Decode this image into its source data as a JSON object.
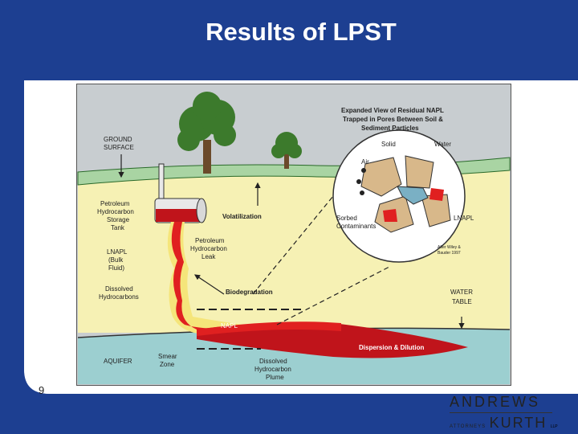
{
  "slide": {
    "title": "Results of LPST",
    "number": "9"
  },
  "logo": {
    "top": "ANDREWS",
    "bottom_small": "ATTORNEYS",
    "bottom_large": "KURTH",
    "suffix": "LLP"
  },
  "diagram": {
    "inset_title_1": "Expanded View of Residual NAPL",
    "inset_title_2": "Trapped in Pores Between Soil &",
    "inset_title_3": "Sediment Particles",
    "solid": "Solid",
    "water": "Water",
    "air": "Air",
    "sorbed_1": "Sorbed",
    "sorbed_2": "Contaminants",
    "lnapl_inset": "LNAPL",
    "citation_1": "After Wiley &",
    "citation_2": "Bauder 1997",
    "ground_1": "GROUND",
    "ground_2": "SURFACE",
    "tank_1": "Petroleum",
    "tank_2": "Hydrocarbon",
    "tank_3": "Storage",
    "tank_4": "Tank",
    "volatilization": "Volatilization",
    "leak_1": "Petroleum",
    "leak_2": "Hydrocarbon",
    "leak_3": "Leak",
    "lnapl_1": "LNAPL",
    "lnapl_2": "(Bulk",
    "lnapl_3": "Fluid)",
    "dissolved_1": "Dissolved",
    "dissolved_2": "Hydrocarbons",
    "biodegradation": "Biodegradation",
    "water_table_1": "WATER",
    "water_table_2": "TABLE",
    "napl": "NAPL",
    "dispersion": "Dispersion & Dilution",
    "aquifer": "AQUIFER",
    "smear_1": "Smear",
    "smear_2": "Zone",
    "plume_1": "Dissolved",
    "plume_2": "Hydrocarbon",
    "plume_3": "Plume"
  },
  "colors": {
    "header": "#1d3f91",
    "sky": "#c8cdd0",
    "grass": "#a9d4a3",
    "soil": "#f6f1b4",
    "aquifer": "#9ccfd0",
    "napl": "#e02020",
    "halo": "#f5e57a"
  }
}
